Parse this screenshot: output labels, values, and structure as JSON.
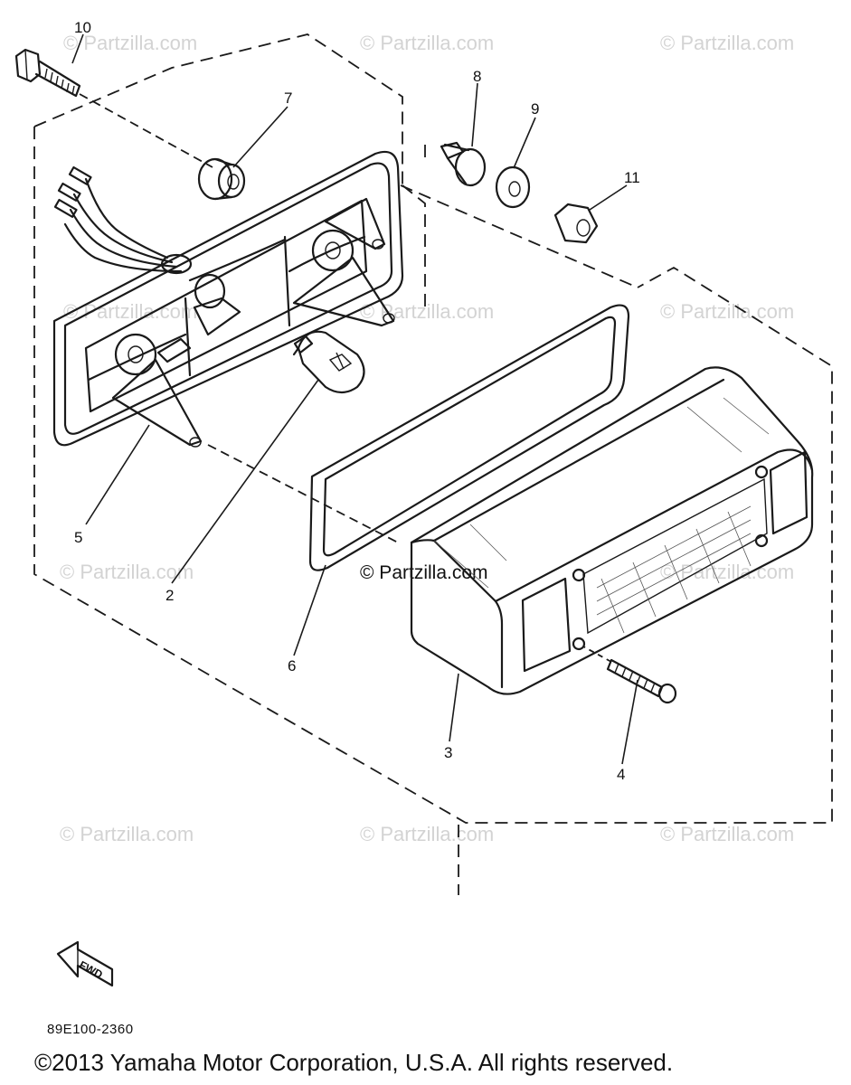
{
  "diagram": {
    "callouts": [
      "10",
      "7",
      "8",
      "9",
      "11",
      "5",
      "2",
      "6",
      "3",
      "4"
    ],
    "watermark": "© Partzilla.com",
    "center_watermark": "© Partzilla.com",
    "fwd_label": "FWD",
    "diagram_code": "89E100-2360"
  },
  "footer": {
    "copyright": "©2013 Yamaha Motor Corporation, U.S.A. All rights reserved."
  }
}
